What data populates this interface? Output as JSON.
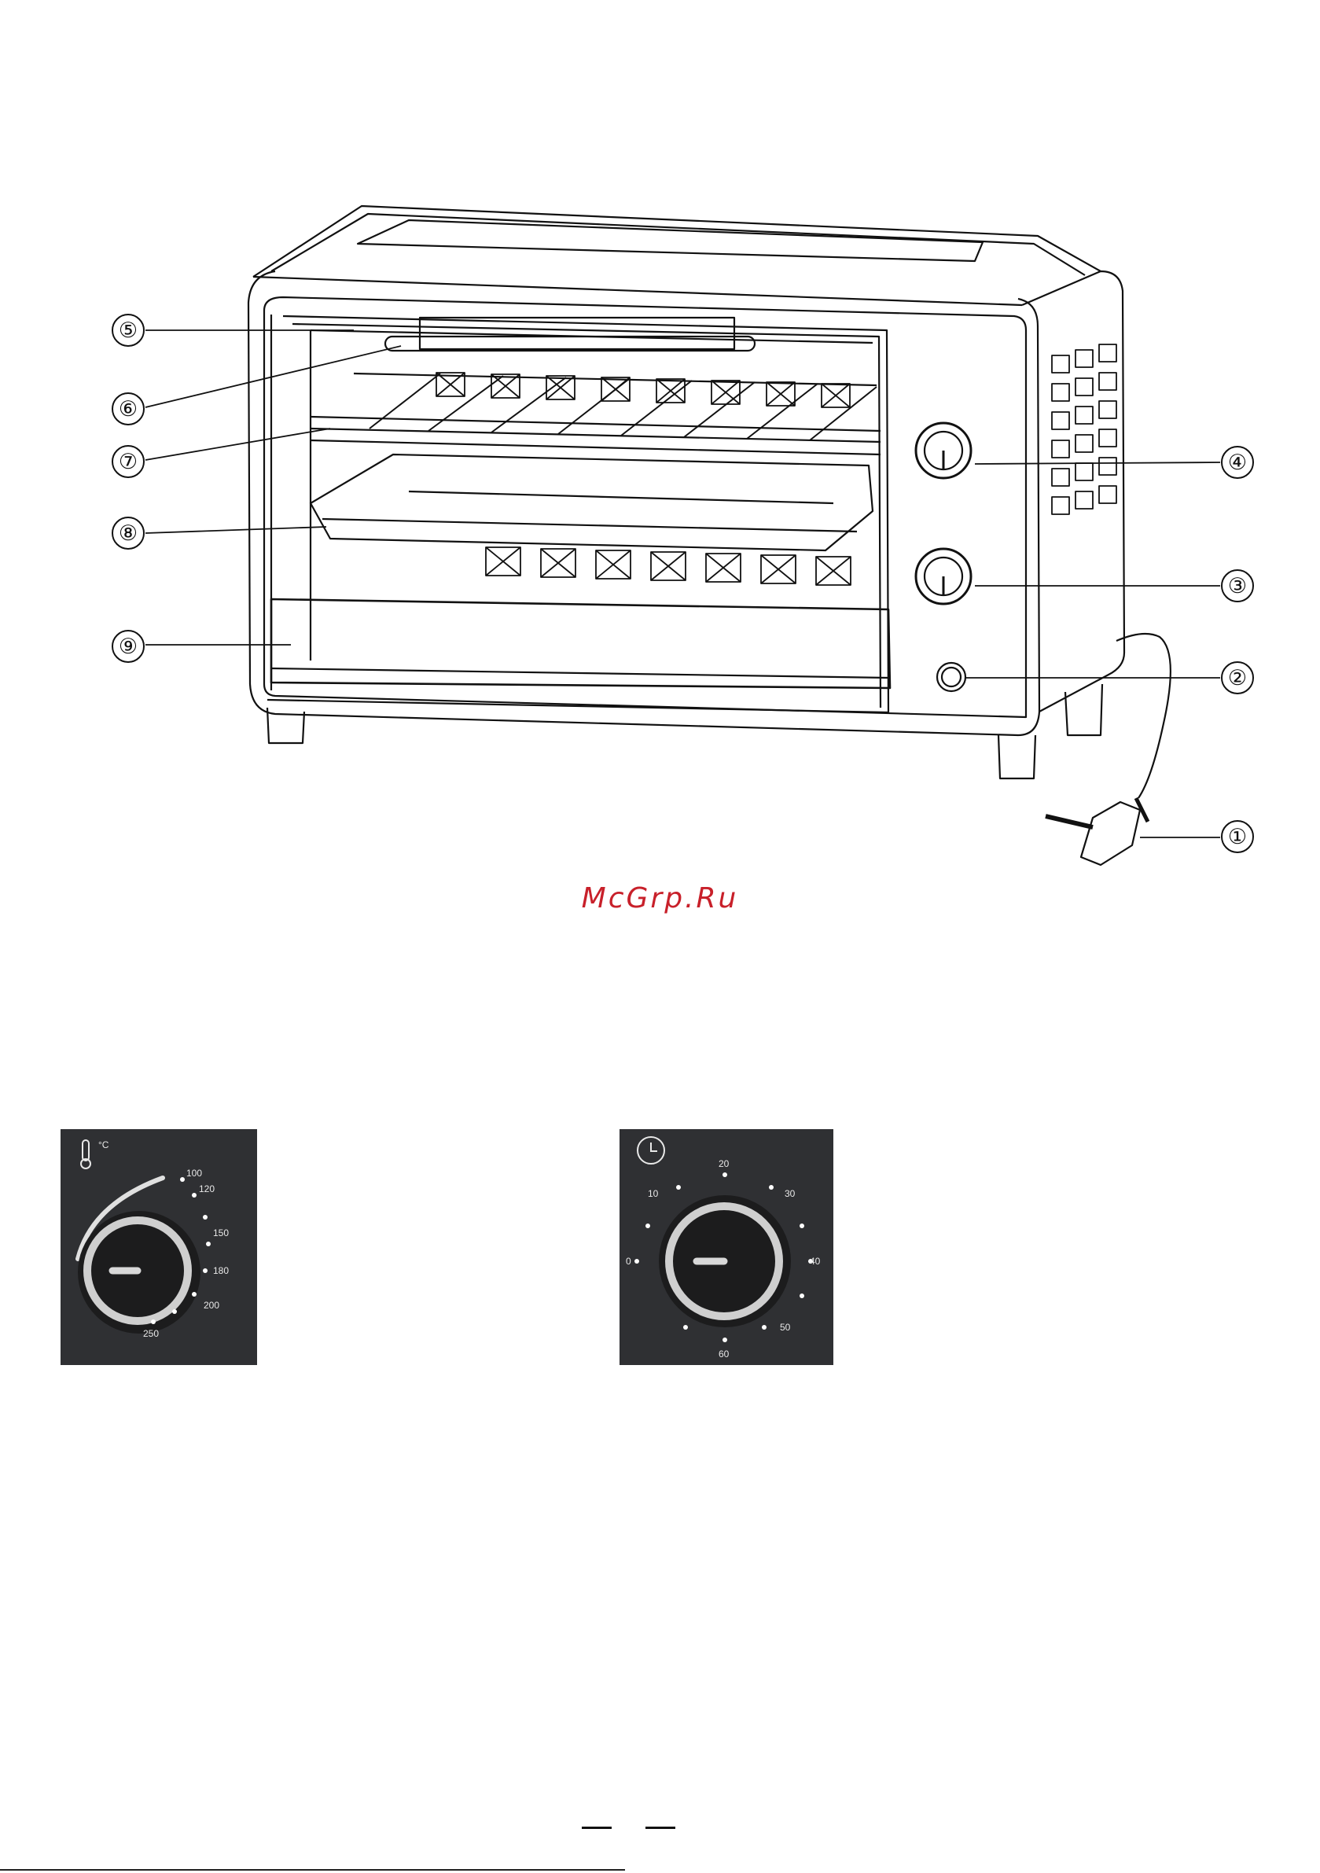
{
  "callouts": [
    {
      "number": "①",
      "part": 1
    },
    {
      "number": "②",
      "part": 2
    },
    {
      "number": "③",
      "part": 3
    },
    {
      "number": "④",
      "part": 4
    },
    {
      "number": "⑤",
      "part": 5
    },
    {
      "number": "⑥",
      "part": 6
    },
    {
      "number": "⑦",
      "part": 7
    },
    {
      "number": "⑧",
      "part": 8
    },
    {
      "number": "⑨",
      "part": 9
    }
  ],
  "watermark": {
    "text": "McGrp.Ru",
    "color": "#c8202a"
  },
  "temperature_panel": {
    "icon": "thermometer-icon",
    "unit": "°C",
    "scale": [
      "100",
      "120",
      "150",
      "180",
      "200",
      "250"
    ]
  },
  "timer_panel": {
    "icon": "clock-icon",
    "scale": [
      "0",
      "10",
      "20",
      "30",
      "40",
      "50",
      "60"
    ]
  }
}
